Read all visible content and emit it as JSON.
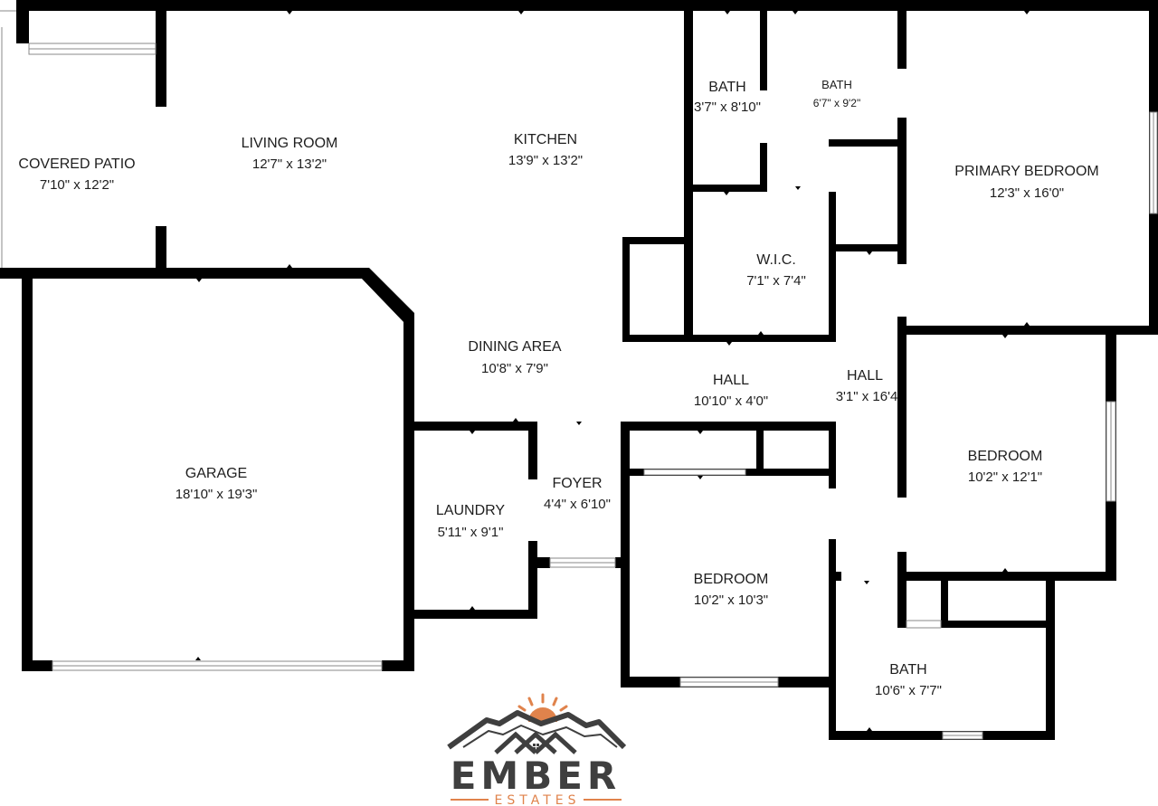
{
  "rooms": {
    "covered_patio": {
      "name": "COVERED PATIO",
      "dim": "7'10\" x 12'2\""
    },
    "living_room": {
      "name": "LIVING ROOM",
      "dim": "12'7\" x 13'2\""
    },
    "kitchen": {
      "name": "KITCHEN",
      "dim": "13'9\" x 13'2\""
    },
    "bath_1": {
      "name": "BATH",
      "dim": "3'7\" x 8'10\""
    },
    "bath_2": {
      "name": "BATH",
      "dim": "6'7\" x 9'2\""
    },
    "primary_bedroom": {
      "name": "PRIMARY BEDROOM",
      "dim": "12'3\" x 16'0\""
    },
    "wic": {
      "name": "W.I.C.",
      "dim": "7'1\" x 7'4\""
    },
    "dining_area": {
      "name": "DINING AREA",
      "dim": "10'8\" x 7'9\""
    },
    "hall_1": {
      "name": "HALL",
      "dim": "10'10\" x 4'0\""
    },
    "hall_2": {
      "name": "HALL",
      "dim": "3'1\" x 16'4"
    },
    "garage": {
      "name": "GARAGE",
      "dim": "18'10\" x 19'3\""
    },
    "laundry": {
      "name": "LAUNDRY",
      "dim": "5'11\" x 9'1\""
    },
    "foyer": {
      "name": "FOYER",
      "dim": "4'4\" x 6'10\""
    },
    "bedroom_2": {
      "name": "BEDROOM",
      "dim": "10'2\" x 12'1\""
    },
    "bedroom_3": {
      "name": "BEDROOM",
      "dim": "10'2\" x 10'3\""
    },
    "bath_3": {
      "name": "BATH",
      "dim": "10'6\" x 7'7\""
    }
  },
  "logo": {
    "word": "EMBER",
    "sub": "ESTATES",
    "icon": "sun-over-mountains-houses-icon",
    "colors": {
      "dark": "#3f3f3f",
      "accent": "#e0834c"
    }
  },
  "colors": {
    "wall": "#000000",
    "text": "#1e1e1e",
    "window": "#8a8a8a"
  }
}
